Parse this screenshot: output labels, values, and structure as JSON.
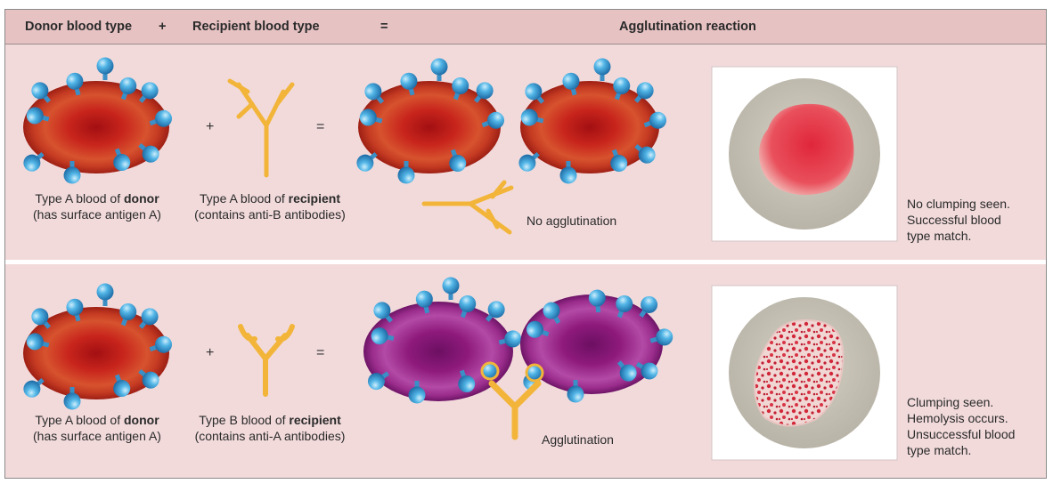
{
  "header": {
    "donor": "Donor blood type",
    "plus": "+",
    "recipient": "Recipient blood type",
    "equals": "=",
    "reaction": "Agglutination reaction"
  },
  "rows": [
    {
      "donor_label_pre": "Type A blood of ",
      "donor_label_bold": "donor",
      "donor_label_sub": "(has surface antigen A)",
      "recipient_label_pre": "Type A blood of ",
      "recipient_label_bold": "recipient",
      "recipient_label_sub": "(contains anti-B antibodies)",
      "plus": "+",
      "equals": "=",
      "reaction_label": "No agglutination",
      "result_lines": [
        "No clumping seen.",
        "Successful blood",
        "type match."
      ]
    },
    {
      "donor_label_pre": "Type A blood of ",
      "donor_label_bold": "donor",
      "donor_label_sub": "(has surface antigen A)",
      "recipient_label_pre": "Type B blood of ",
      "recipient_label_bold": "recipient",
      "recipient_label_sub": "(contains anti-A antibodies)",
      "plus": "+",
      "equals": "=",
      "reaction_label": "Agglutination",
      "result_lines": [
        "Clumping seen.",
        "Hemolysis occurs.",
        "Unsuccessful blood",
        "type match."
      ]
    }
  ],
  "colors": {
    "cell_red": "#b8231c",
    "cell_purple": "#8a1a72",
    "antigen_blue": "#3aa0d8",
    "antibody_gold": "#f2b53a",
    "panel_pink": "#f2dadb",
    "header_pink": "#e7c2c3"
  }
}
